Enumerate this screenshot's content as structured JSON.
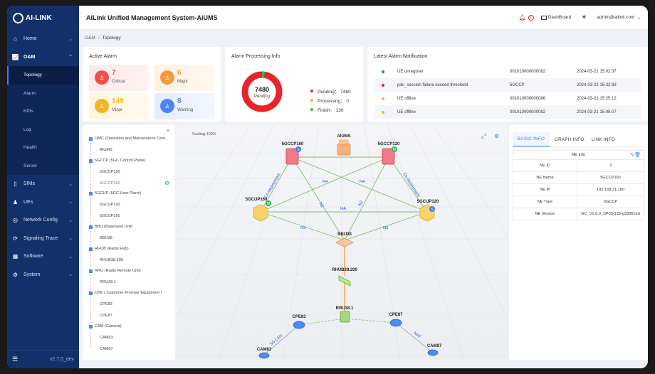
{
  "app": {
    "title": "AiLink Unified Management System-AiUMS",
    "logo_text": "AI-LINK",
    "version": "v2.7.0_dev"
  },
  "topbar": {
    "dashboard": "DashBoard",
    "user": "admin@ailink.com"
  },
  "sidebar": {
    "items": [
      {
        "label": "Home"
      },
      {
        "label": "O&M"
      },
      {
        "label": "SIMs"
      },
      {
        "label": "UEs"
      },
      {
        "label": "Network Config"
      },
      {
        "label": "Signaling Trace"
      },
      {
        "label": "Software"
      },
      {
        "label": "System"
      }
    ],
    "sub": [
      {
        "label": "Topology"
      },
      {
        "label": "Alarm"
      },
      {
        "label": "KPIs"
      },
      {
        "label": "Log"
      },
      {
        "label": "Health"
      },
      {
        "label": "Server"
      }
    ]
  },
  "breadcrumb": {
    "parent": "O&M",
    "sep": "/",
    "current": "Topology"
  },
  "active_alarm": {
    "title": "Active Alarm",
    "items": [
      {
        "count": "7",
        "label": "Critical",
        "color": "#f0504a"
      },
      {
        "count": "6",
        "label": "Major",
        "color": "#f59a3b"
      },
      {
        "count": "149",
        "label": "Minor",
        "color": "#f2b625"
      },
      {
        "count": "8",
        "label": "Warning",
        "color": "#4f83f5"
      }
    ]
  },
  "processing": {
    "title": "Alarm Processing Info",
    "total": "7480",
    "total_label": "Pending",
    "legend": [
      {
        "text": "Pending： 7480",
        "color": "#e8232a"
      },
      {
        "text": "Processing： 0",
        "color": "#f5b524"
      },
      {
        "text": "Finish： 130",
        "color": "#2fb84e"
      }
    ]
  },
  "notifications": {
    "title": "Latest Alarm Notification",
    "rows": [
      {
        "dot": "#2f6fe0",
        "name": "UE unregister",
        "id": "001010000000082",
        "time": "2024-03-21 15:02:37"
      },
      {
        "dot": "#e8232a",
        "name": "pdu_session failure exceed threshold",
        "id": "5GCCP",
        "time": "2024-03-21 15:32:33"
      },
      {
        "dot": "#f5b524",
        "name": "UE offline",
        "id": "001010000000086",
        "time": "2024-03-21 15:25:12"
      },
      {
        "dot": "#f5b524",
        "name": "UE offline",
        "id": "001010000000082",
        "time": "2024-03-21 15:05:07"
      }
    ]
  },
  "tree": {
    "groups": [
      {
        "label": "OMC (Operation and Maintenance Cent...",
        "children": [
          "AIUMS"
        ]
      },
      {
        "label": "5GCCP (5GC Control Plane)",
        "children": [
          "5GCCP120",
          "5GCCP160"
        ]
      },
      {
        "label": "5GCUP (5GC User Plane)",
        "children": [
          "5GCUP120",
          "5GCUP160"
        ]
      },
      {
        "label": "BBU (Baseband Unit)",
        "children": [
          "BBU38"
        ]
      },
      {
        "label": "RHUB (Radio Hub)",
        "children": [
          "RHUB38.200"
        ]
      },
      {
        "label": "RRU (Radio Remote Unit)",
        "children": [
          "RRU38.1"
        ]
      },
      {
        "label": "CPE ( Customer Premise Equipment )",
        "children": [
          "CPE83",
          "CPE87"
        ]
      },
      {
        "label": "CAM (Camera)",
        "children": [
          "CAM83",
          "CAM87"
        ]
      }
    ]
  },
  "topology": {
    "scaling": "Scaling:100%",
    "nodes": {
      "aiums": "AIUMS",
      "ccp160": "5GCCP160",
      "ccp120": "5GCCP120",
      "cup160": "5GCUP160",
      "cup120": "5GCUP120",
      "bbu": "BBU38",
      "rhub": "RHUB38.200",
      "rru": "RRU38.1",
      "cpe83": "CPE83",
      "cpe87": "CPE87",
      "cam83": "CAM83",
      "cam87": "CAM87"
    },
    "badges": {
      "s": "S",
      "m": "M"
    },
    "edges": {
      "n4a": "N4",
      "n4b": "N4",
      "n2a": "N2",
      "n2b": "N2",
      "ha": "HA",
      "n3a": "N3",
      "n3b": "N3",
      "co1": "Co-deployment",
      "co2": "Co-deployment",
      "lan": "5G LAN",
      "nat": "NAT"
    }
  },
  "ne_info": {
    "tabs": [
      "BASIC INFO",
      "GRAPH INFO",
      "LINK INFO"
    ],
    "header": "NE Info",
    "rows": [
      {
        "k": "NE ID",
        "v": "3"
      },
      {
        "k": "NE Name",
        "v": "5GCCP160"
      },
      {
        "k": "NE IP",
        "v": "192.168.21.160"
      },
      {
        "k": "NE Type",
        "v": "5GCCP"
      },
      {
        "k": "NE Version",
        "v": "GC_V2.6.0_SP03-125-g33301ed"
      }
    ]
  }
}
